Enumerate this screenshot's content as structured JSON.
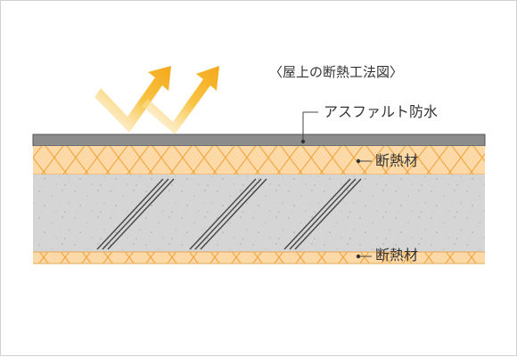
{
  "title": "〈屋上の断熱工法図〉",
  "labels": {
    "asphalt_waterproofing": "アスファルト防水",
    "insulation_top": "断熱材",
    "insulation_bottom": "断熱材"
  },
  "icons": {
    "sun_heat": "sun-heat-arrows-icon"
  },
  "colors": {
    "insulation_fill": "#fcd9a6",
    "insulation_lines": "#f2a33c",
    "concrete": "#d5d5d5",
    "waterproof_layer": "#8c8c8c",
    "arrow": "#f5b21f",
    "text": "#333333"
  }
}
